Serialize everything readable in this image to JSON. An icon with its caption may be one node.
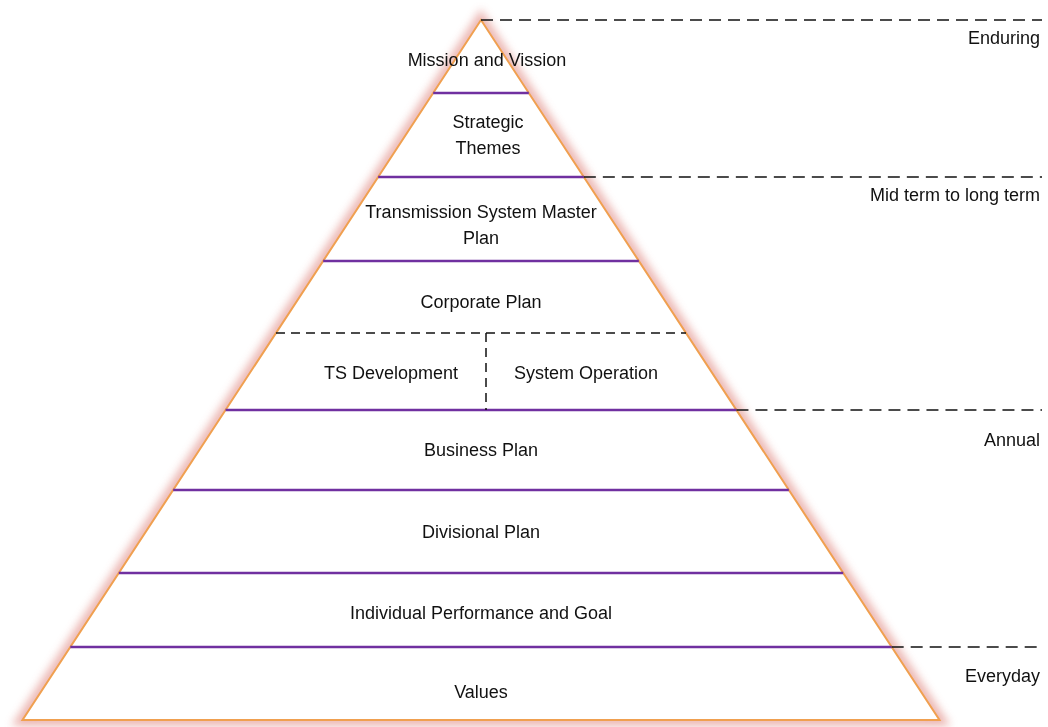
{
  "diagram": {
    "nodes": [
      {
        "text": [
          "Mission and Vission"
        ]
      },
      {
        "text": [
          "Strategic Themes"
        ]
      },
      {
        "text": [
          "Transmission System Master Plan"
        ]
      },
      {
        "text": [
          "Corporate Plan"
        ]
      },
      {
        "text": [
          "TS Development"
        ]
      },
      {
        "text": [
          "System Operation"
        ]
      },
      {
        "text": [
          "Business Plan"
        ]
      },
      {
        "text": [
          "Divisional Plan"
        ]
      },
      {
        "text": [
          "Individual Performance and Goal"
        ]
      },
      {
        "text": [
          "Values"
        ]
      }
    ],
    "labels": [
      "Enduring",
      "Mid term to long term",
      "Annual",
      "Everyday"
    ]
  }
}
